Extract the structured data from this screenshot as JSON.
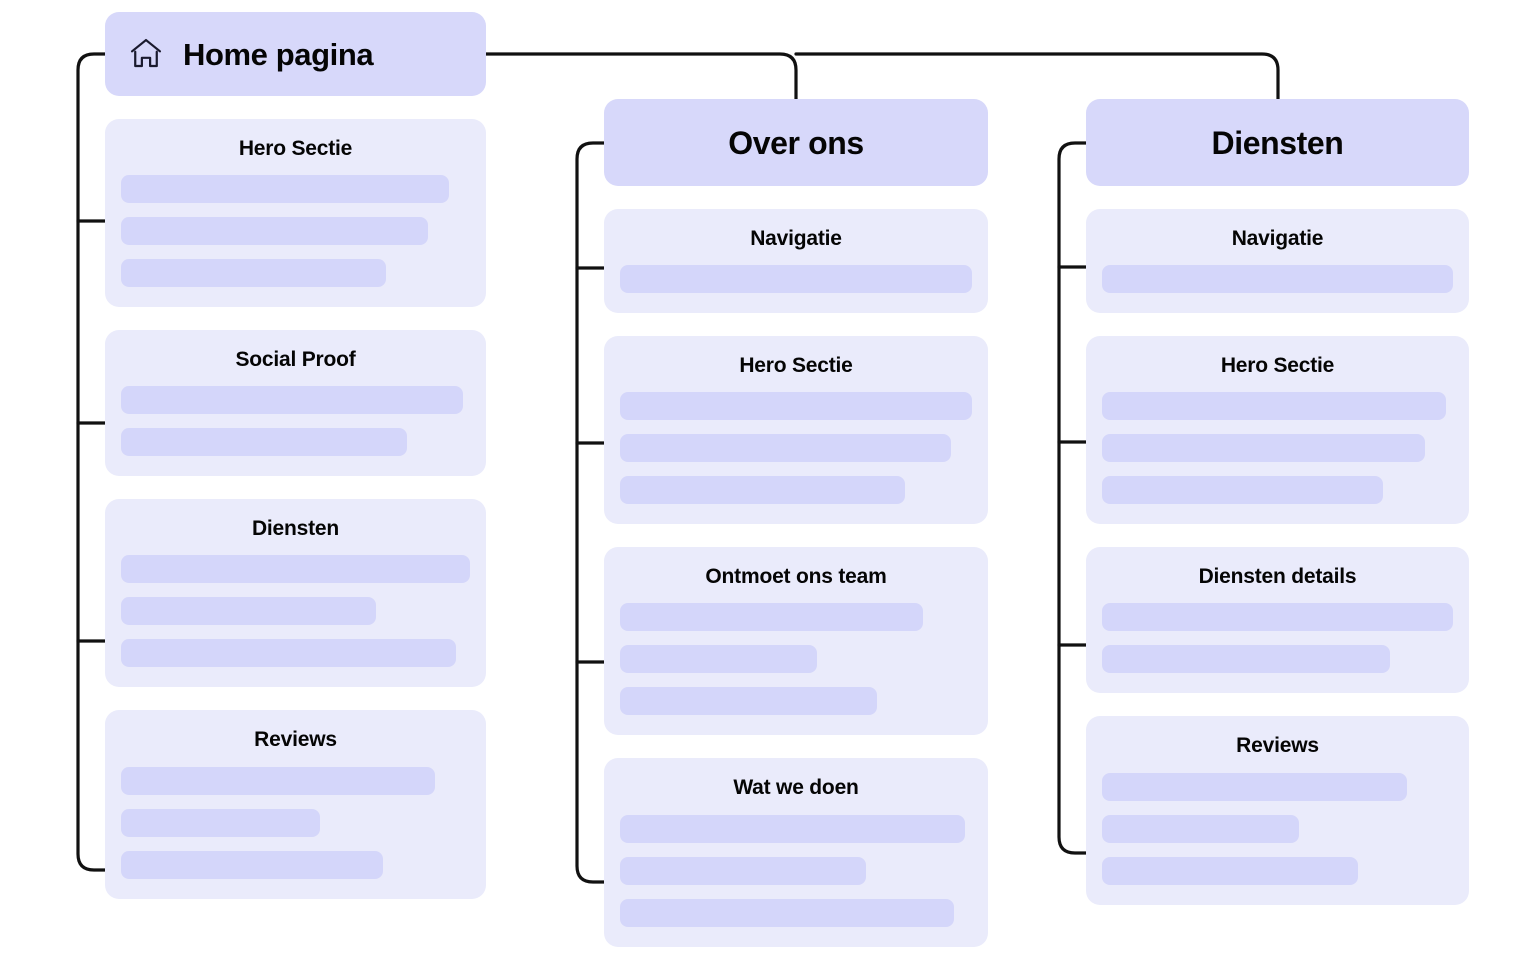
{
  "diagram": {
    "type": "sitemap-tree",
    "root_label": "Home pagina",
    "colors": {
      "page_card": "#D7D8FA",
      "section_card": "#EAEBFB",
      "placeholder_bar": "#D4D6FA",
      "connector": "#111111",
      "text": "#050505",
      "background": "#FFFFFF"
    }
  },
  "columns": [
    {
      "id": "home",
      "page": {
        "label": "Home pagina",
        "icon": "home-icon"
      },
      "sections": [
        {
          "label": "Hero Sectie",
          "bars": [
            94,
            88,
            76
          ]
        },
        {
          "label": "Social Proof",
          "bars": [
            98,
            82
          ]
        },
        {
          "label": "Diensten",
          "bars": [
            100,
            73,
            96
          ]
        },
        {
          "label": "Reviews",
          "bars": [
            90,
            57,
            75
          ]
        }
      ]
    },
    {
      "id": "over-ons",
      "page": {
        "label": "Over ons",
        "icon": "none"
      },
      "sections": [
        {
          "label": "Navigatie",
          "bars": [
            100
          ]
        },
        {
          "label": "Hero Sectie",
          "bars": [
            100,
            94,
            81
          ]
        },
        {
          "label": "Ontmoet ons team",
          "bars": [
            86,
            56,
            73
          ]
        },
        {
          "label": "Wat we doen",
          "bars": [
            98,
            70,
            95
          ]
        }
      ]
    },
    {
      "id": "diensten",
      "page": {
        "label": "Diensten",
        "icon": "none"
      },
      "sections": [
        {
          "label": "Navigatie",
          "bars": [
            100
          ]
        },
        {
          "label": "Hero Sectie",
          "bars": [
            98,
            92,
            80
          ]
        },
        {
          "label": "Diensten details",
          "bars": [
            100,
            82
          ]
        },
        {
          "label": "Reviews",
          "bars": [
            87,
            56,
            73
          ]
        }
      ]
    }
  ]
}
